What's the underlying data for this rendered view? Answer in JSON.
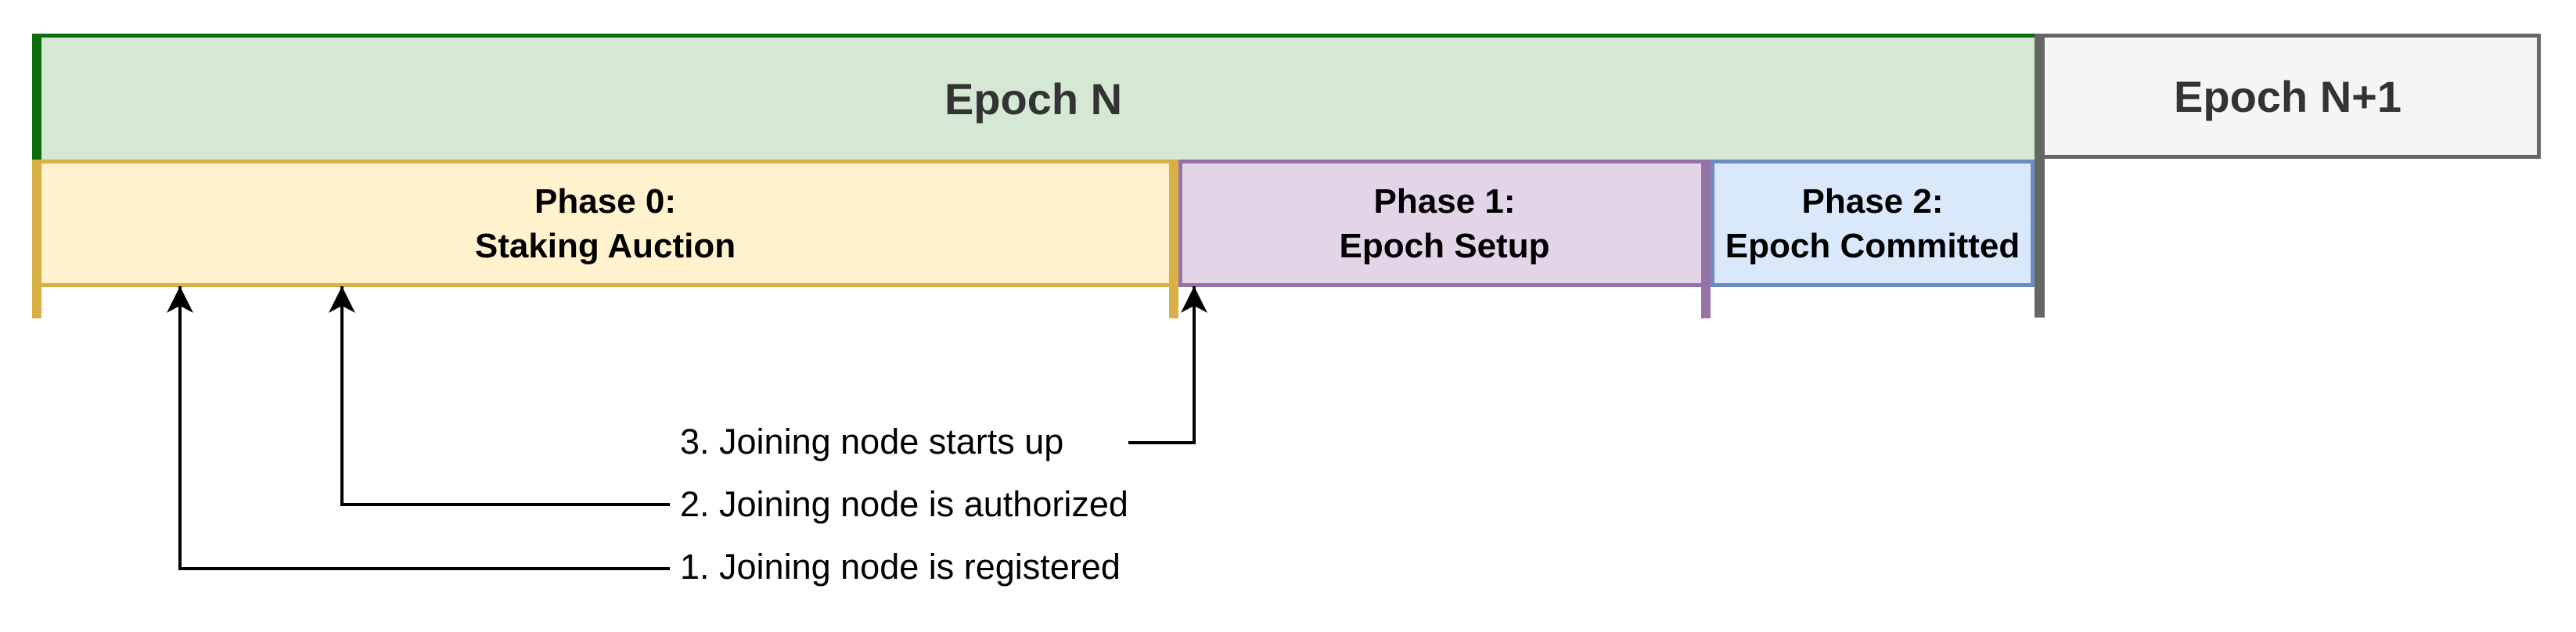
{
  "epochs": [
    {
      "label": "Epoch N"
    },
    {
      "label": "Epoch N+1"
    }
  ],
  "phases": [
    {
      "line1": "Phase 0:",
      "line2": "Staking Auction"
    },
    {
      "line1": "Phase 1:",
      "line2": "Epoch Setup"
    },
    {
      "line1": "Phase 2:",
      "line2": "Epoch Committed"
    }
  ],
  "annotations": [
    {
      "label": "1. Joining node is registered"
    },
    {
      "label": "2. Joining node is authorized"
    },
    {
      "label": "3. Joining node starts up"
    }
  ],
  "colors": {
    "epoch_n_fill": "#d5e8d4",
    "epoch_n_stroke": "#0b6e0b",
    "epoch_n1_fill": "#f5f5f5",
    "epoch_n1_stroke": "#666666",
    "phase0_fill": "#fff2cc",
    "phase0_stroke": "#d8b045",
    "phase1_fill": "#e1d5e7",
    "phase1_stroke": "#9673a6",
    "phase2_fill": "#dae8fc",
    "phase2_stroke": "#6c8ebf",
    "epoch_text": "#333333",
    "phase_text": "#000000",
    "line_color": "#000000"
  }
}
